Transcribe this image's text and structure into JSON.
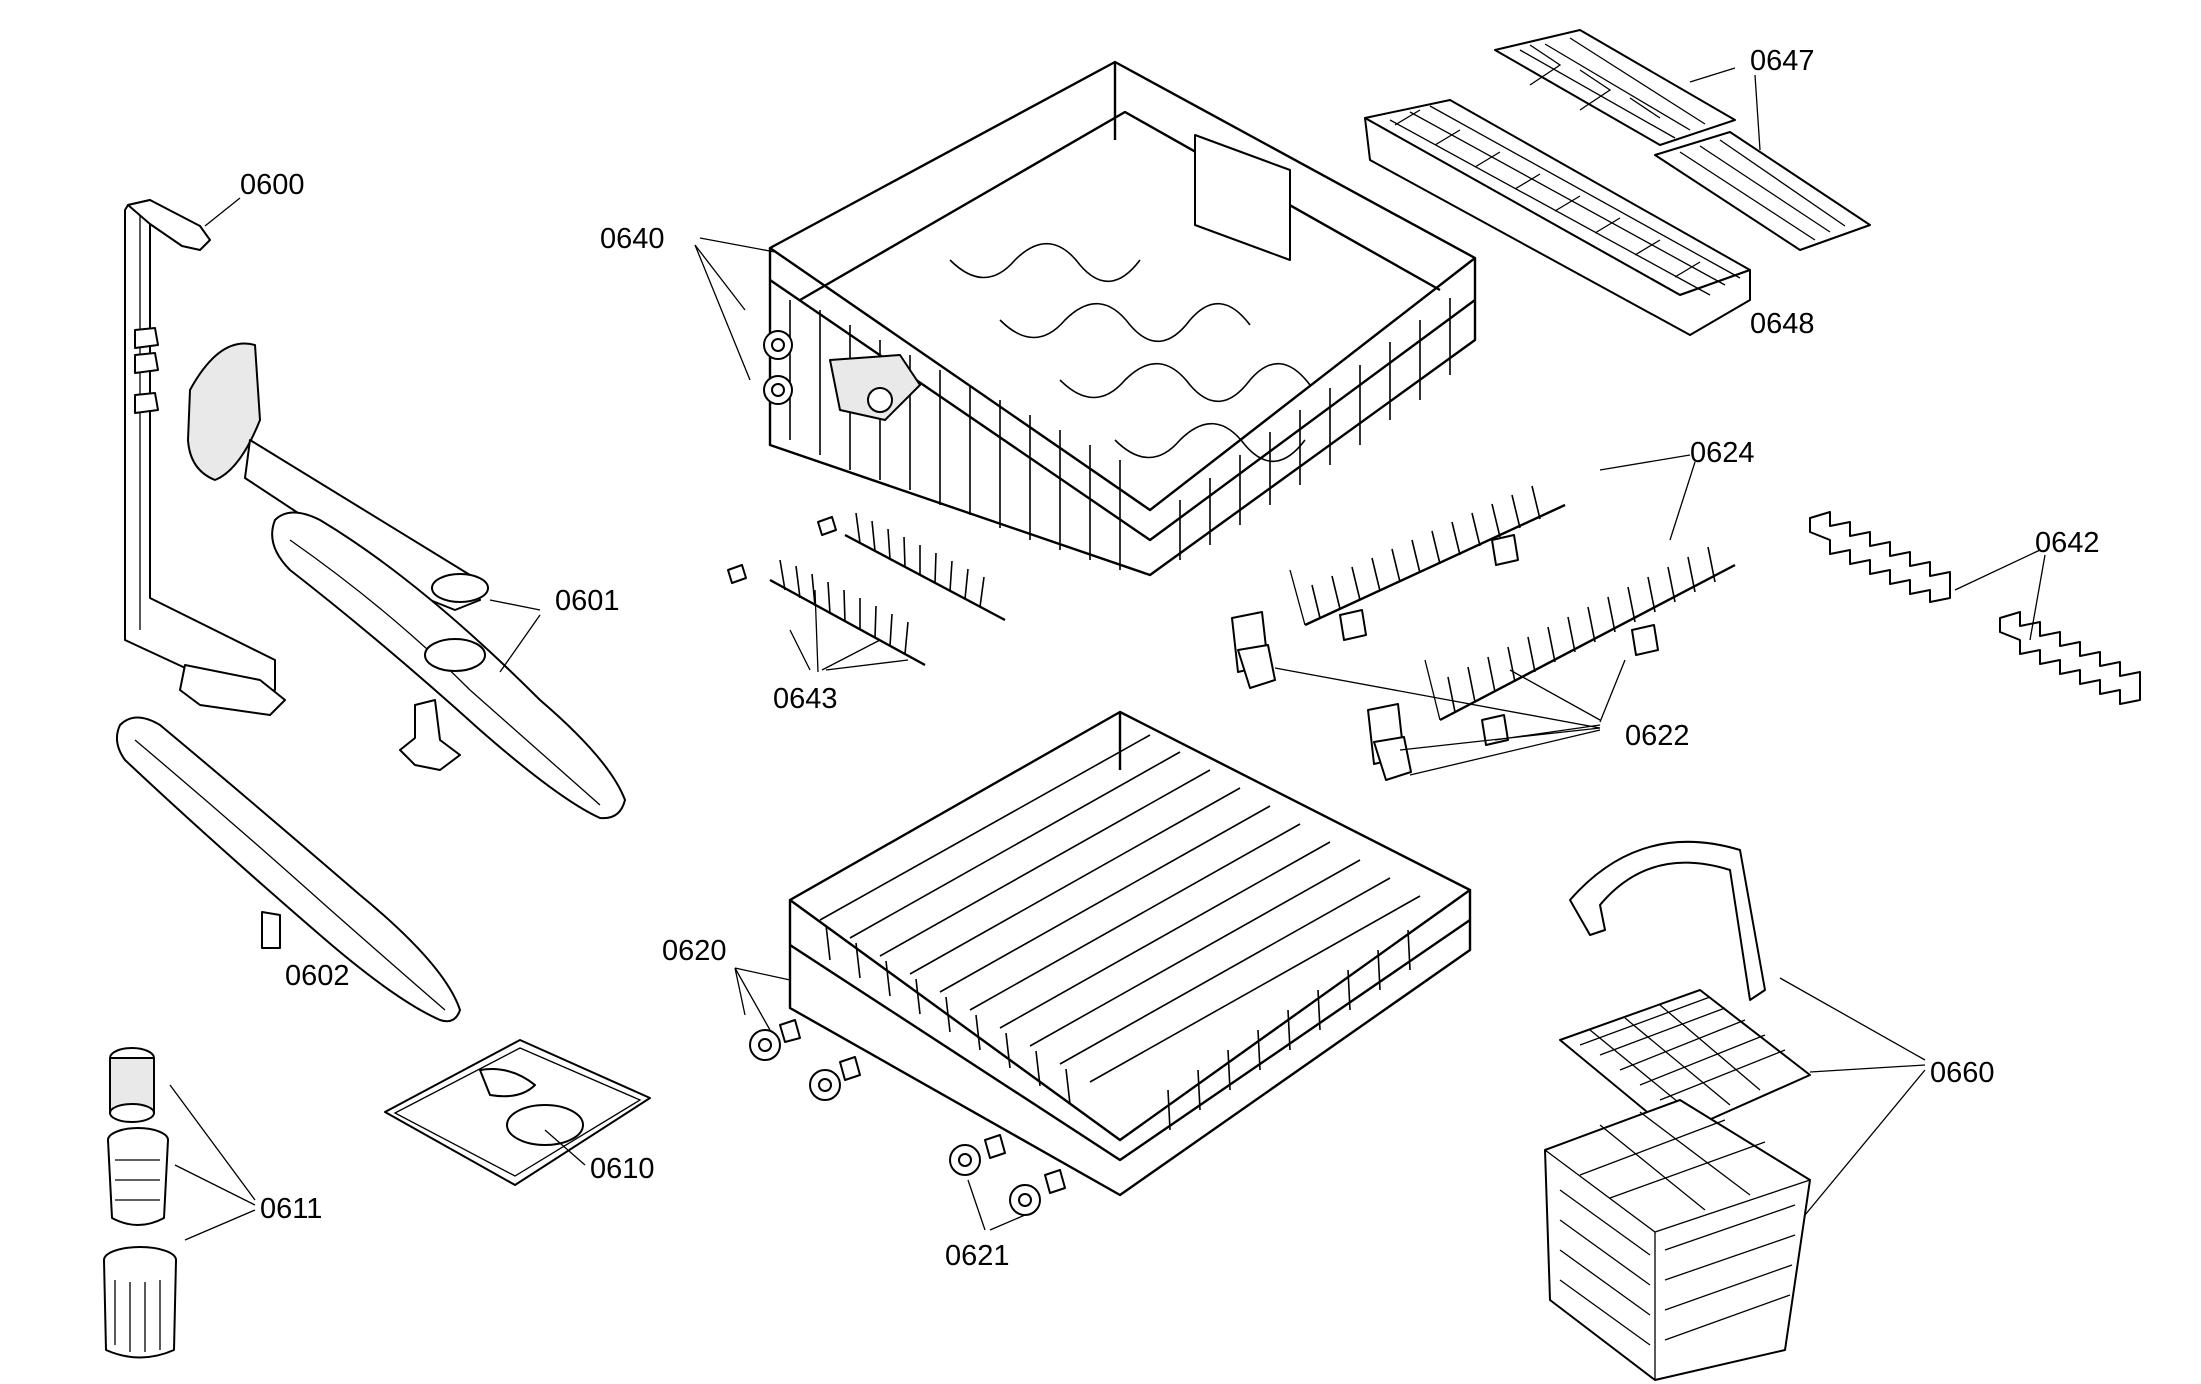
{
  "parts": [
    {
      "id": "p0600",
      "label": "0600"
    },
    {
      "id": "p0601",
      "label": "0601"
    },
    {
      "id": "p0602",
      "label": "0602"
    },
    {
      "id": "p0610",
      "label": "0610"
    },
    {
      "id": "p0611",
      "label": "0611"
    },
    {
      "id": "p0620",
      "label": "0620"
    },
    {
      "id": "p0621",
      "label": "0621"
    },
    {
      "id": "p0622",
      "label": "0622"
    },
    {
      "id": "p0624",
      "label": "0624"
    },
    {
      "id": "p0640",
      "label": "0640"
    },
    {
      "id": "p0642",
      "label": "0642"
    },
    {
      "id": "p0643",
      "label": "0643"
    },
    {
      "id": "p0647",
      "label": "0647"
    },
    {
      "id": "p0648",
      "label": "0648"
    },
    {
      "id": "p0660",
      "label": "0660"
    }
  ]
}
